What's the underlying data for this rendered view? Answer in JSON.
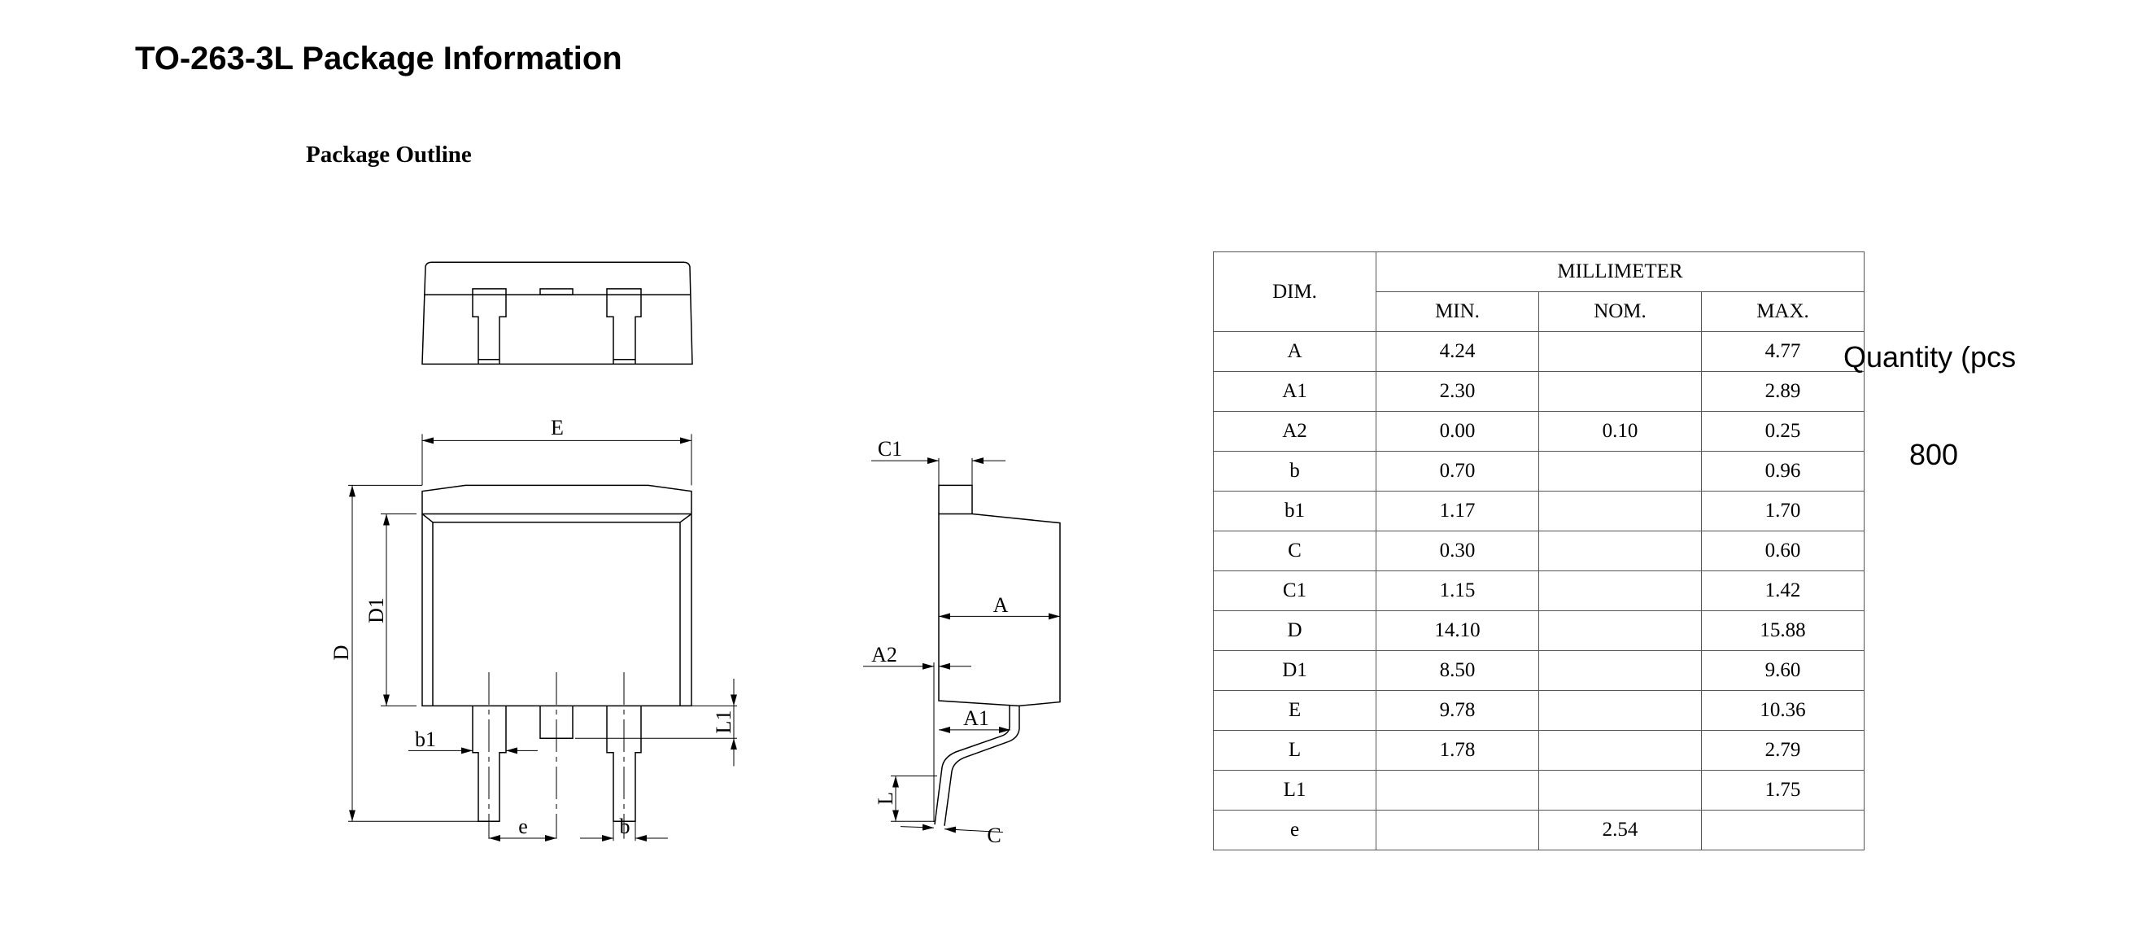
{
  "header": {
    "title": "TO-263-3L Package Information",
    "subtitle": "Package Outline"
  },
  "drawing": {
    "labels": {
      "E": "E",
      "D": "D",
      "D1": "D1",
      "L1": "L1",
      "b1": "b1",
      "e": "e",
      "b": "b",
      "C1": "C1",
      "A": "A",
      "A2": "A2",
      "A1": "A1",
      "L": "L",
      "C": "C"
    }
  },
  "table": {
    "dim_header": "DIM.",
    "unit_header": "MILLIMETER",
    "col_headers": [
      "MIN.",
      "NOM.",
      "MAX."
    ],
    "rows": [
      {
        "dim": "A",
        "min": "4.24",
        "nom": "",
        "max": "4.77"
      },
      {
        "dim": "A1",
        "min": "2.30",
        "nom": "",
        "max": "2.89"
      },
      {
        "dim": "A2",
        "min": "0.00",
        "nom": "0.10",
        "max": "0.25"
      },
      {
        "dim": "b",
        "min": "0.70",
        "nom": "",
        "max": "0.96"
      },
      {
        "dim": "b1",
        "min": "1.17",
        "nom": "",
        "max": "1.70"
      },
      {
        "dim": "C",
        "min": "0.30",
        "nom": "",
        "max": "0.60"
      },
      {
        "dim": "C1",
        "min": "1.15",
        "nom": "",
        "max": "1.42"
      },
      {
        "dim": "D",
        "min": "14.10",
        "nom": "",
        "max": "15.88"
      },
      {
        "dim": "D1",
        "min": "8.50",
        "nom": "",
        "max": "9.60"
      },
      {
        "dim": "E",
        "min": "9.78",
        "nom": "",
        "max": "10.36"
      },
      {
        "dim": "L",
        "min": "1.78",
        "nom": "",
        "max": "2.79"
      },
      {
        "dim": "L1",
        "min": "",
        "nom": "",
        "max": "1.75"
      },
      {
        "dim": "e",
        "min": "",
        "nom": "2.54",
        "max": ""
      }
    ]
  },
  "quantity": {
    "label": "Quantity (pcs",
    "value": "800"
  }
}
